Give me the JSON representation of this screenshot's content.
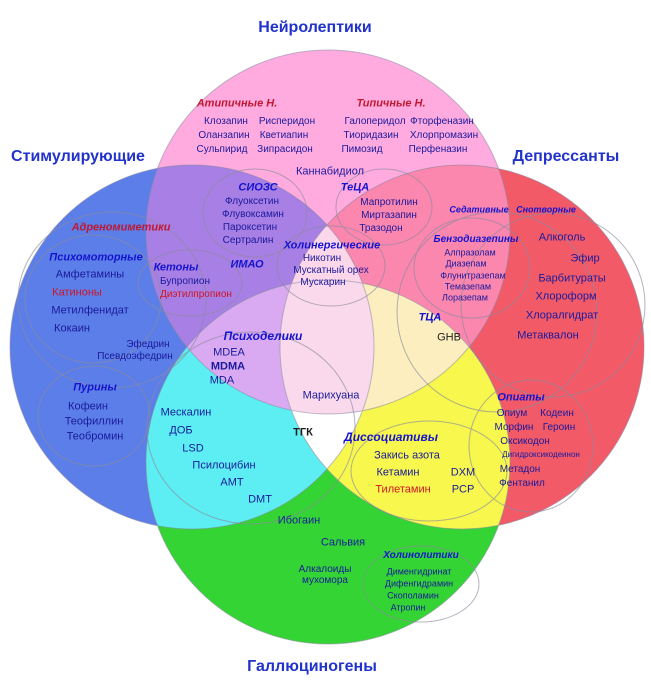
{
  "titles": {
    "top": "Нейролептики",
    "left": "Стимулирующие",
    "right": "Депрессанты",
    "bottom": "Галлюциногены"
  },
  "colors": {
    "pink": "#ffabdf",
    "blue": "#5c7ee8",
    "red": "#f25a68",
    "green": "#33d433",
    "violet": "#a87fe4",
    "rose": "#fb86ae",
    "cyan": "#5ceef2",
    "yellow": "#f7f74e",
    "pale_pink": "#fcd7ea",
    "lilac": "#d9aaf2",
    "cream": "#fceebe",
    "center_white": "#ffffff",
    "quad": "#fbd9ec",
    "title_text": "#2233cc",
    "header_text": "#1414cf",
    "drug_text": "#1a1a9c",
    "red_text": "#d01525"
  },
  "groups": {
    "atypical": {
      "header": "Атипичные Н.",
      "col1": [
        "Клозапин",
        "Оланзапин",
        "Сульпирид"
      ],
      "col2": [
        "Рисперидон",
        "Кветиапин",
        "Зипрасидон"
      ]
    },
    "typical": {
      "header": "Типичные Н.",
      "col1": [
        "Галоперидол",
        "Тиоридазин",
        "Пимозид"
      ],
      "col2": [
        "Фторфеназин",
        "Хлорпромазин",
        "Перфеназин"
      ]
    },
    "cannabidiol": "Каннабидиол",
    "ssri": {
      "header": "СИОЗС",
      "items": [
        "Флуоксетин",
        "Флувоксамин",
        "Пароксетин",
        "Сертралин"
      ]
    },
    "teca": {
      "header": "ТеЦА",
      "items": [
        "Мапротилин",
        "Миртазапин",
        "Тразодон"
      ]
    },
    "imao": "ИМАО",
    "cholinergic": {
      "header": "Холинергические",
      "items": [
        "Никотин",
        "Мускатный орех",
        "Мускарин"
      ]
    },
    "sedatives_label": "Седативные",
    "hypnotics_label": "Снотворные",
    "benzodiazepines": {
      "header": "Бензодиазепины",
      "items": [
        "Алпразолам",
        "Диазепам",
        "Флунитразепам",
        "Темазепам",
        "Лоразепам"
      ]
    },
    "depressant_items": [
      "Алкоголь",
      "Эфир",
      "Барбитураты",
      "Хлороформ",
      "Хлоралгидрат",
      "Метаквалон"
    ],
    "adrenomimetics_label": "Адреномиметики",
    "psychomotor": {
      "header": "Психомоторные",
      "items": [
        "Амфетамины",
        "Катиноны",
        "Метилфенидат",
        "Кокаин"
      ]
    },
    "ephedrine": "Эфедрин",
    "pseudoephedrine": "Псевдоэфедрин",
    "purines": {
      "header": "Пурины",
      "items": [
        "Кофеин",
        "Теофиллин",
        "Теобромин"
      ]
    },
    "ketones": {
      "header": "Кетоны",
      "items": [
        "Бупропион",
        "Диэтилпропион"
      ]
    },
    "tca": "ТЦА",
    "ghb": "GHB",
    "psychedelics": {
      "header": "Психоделики",
      "items": [
        "MDEA",
        "MDMA",
        "MDA"
      ]
    },
    "marijuana": "Марихуана",
    "stim_hall_items": [
      "Мескалин",
      "ДОБ",
      "LSD",
      "Псилоцибин",
      "AMT",
      "DMT"
    ],
    "thc": "ТГК",
    "dissociatives": {
      "header": "Диссоциативы",
      "items": [
        "Закись азота",
        "Кетамин",
        "DXM",
        "Тилетамин",
        "PCP"
      ]
    },
    "opiates": {
      "header": "Опиаты",
      "items": [
        "Опиум",
        "Кодеин",
        "Морфин",
        "Героин",
        "Оксикодон",
        "Дигидроксикодеинон",
        "Метадон",
        "Фентанил"
      ]
    },
    "ibogaine": "Ибогаин",
    "salvia": "Сальвия",
    "amanita_line1": "Алкалоиды",
    "amanita_line2": "мухомора",
    "cholinolytics": {
      "header": "Холинолитики",
      "items": [
        "Дименгидринат",
        "Дифенгидрамин",
        "Скополамин",
        "Атропин"
      ]
    }
  }
}
